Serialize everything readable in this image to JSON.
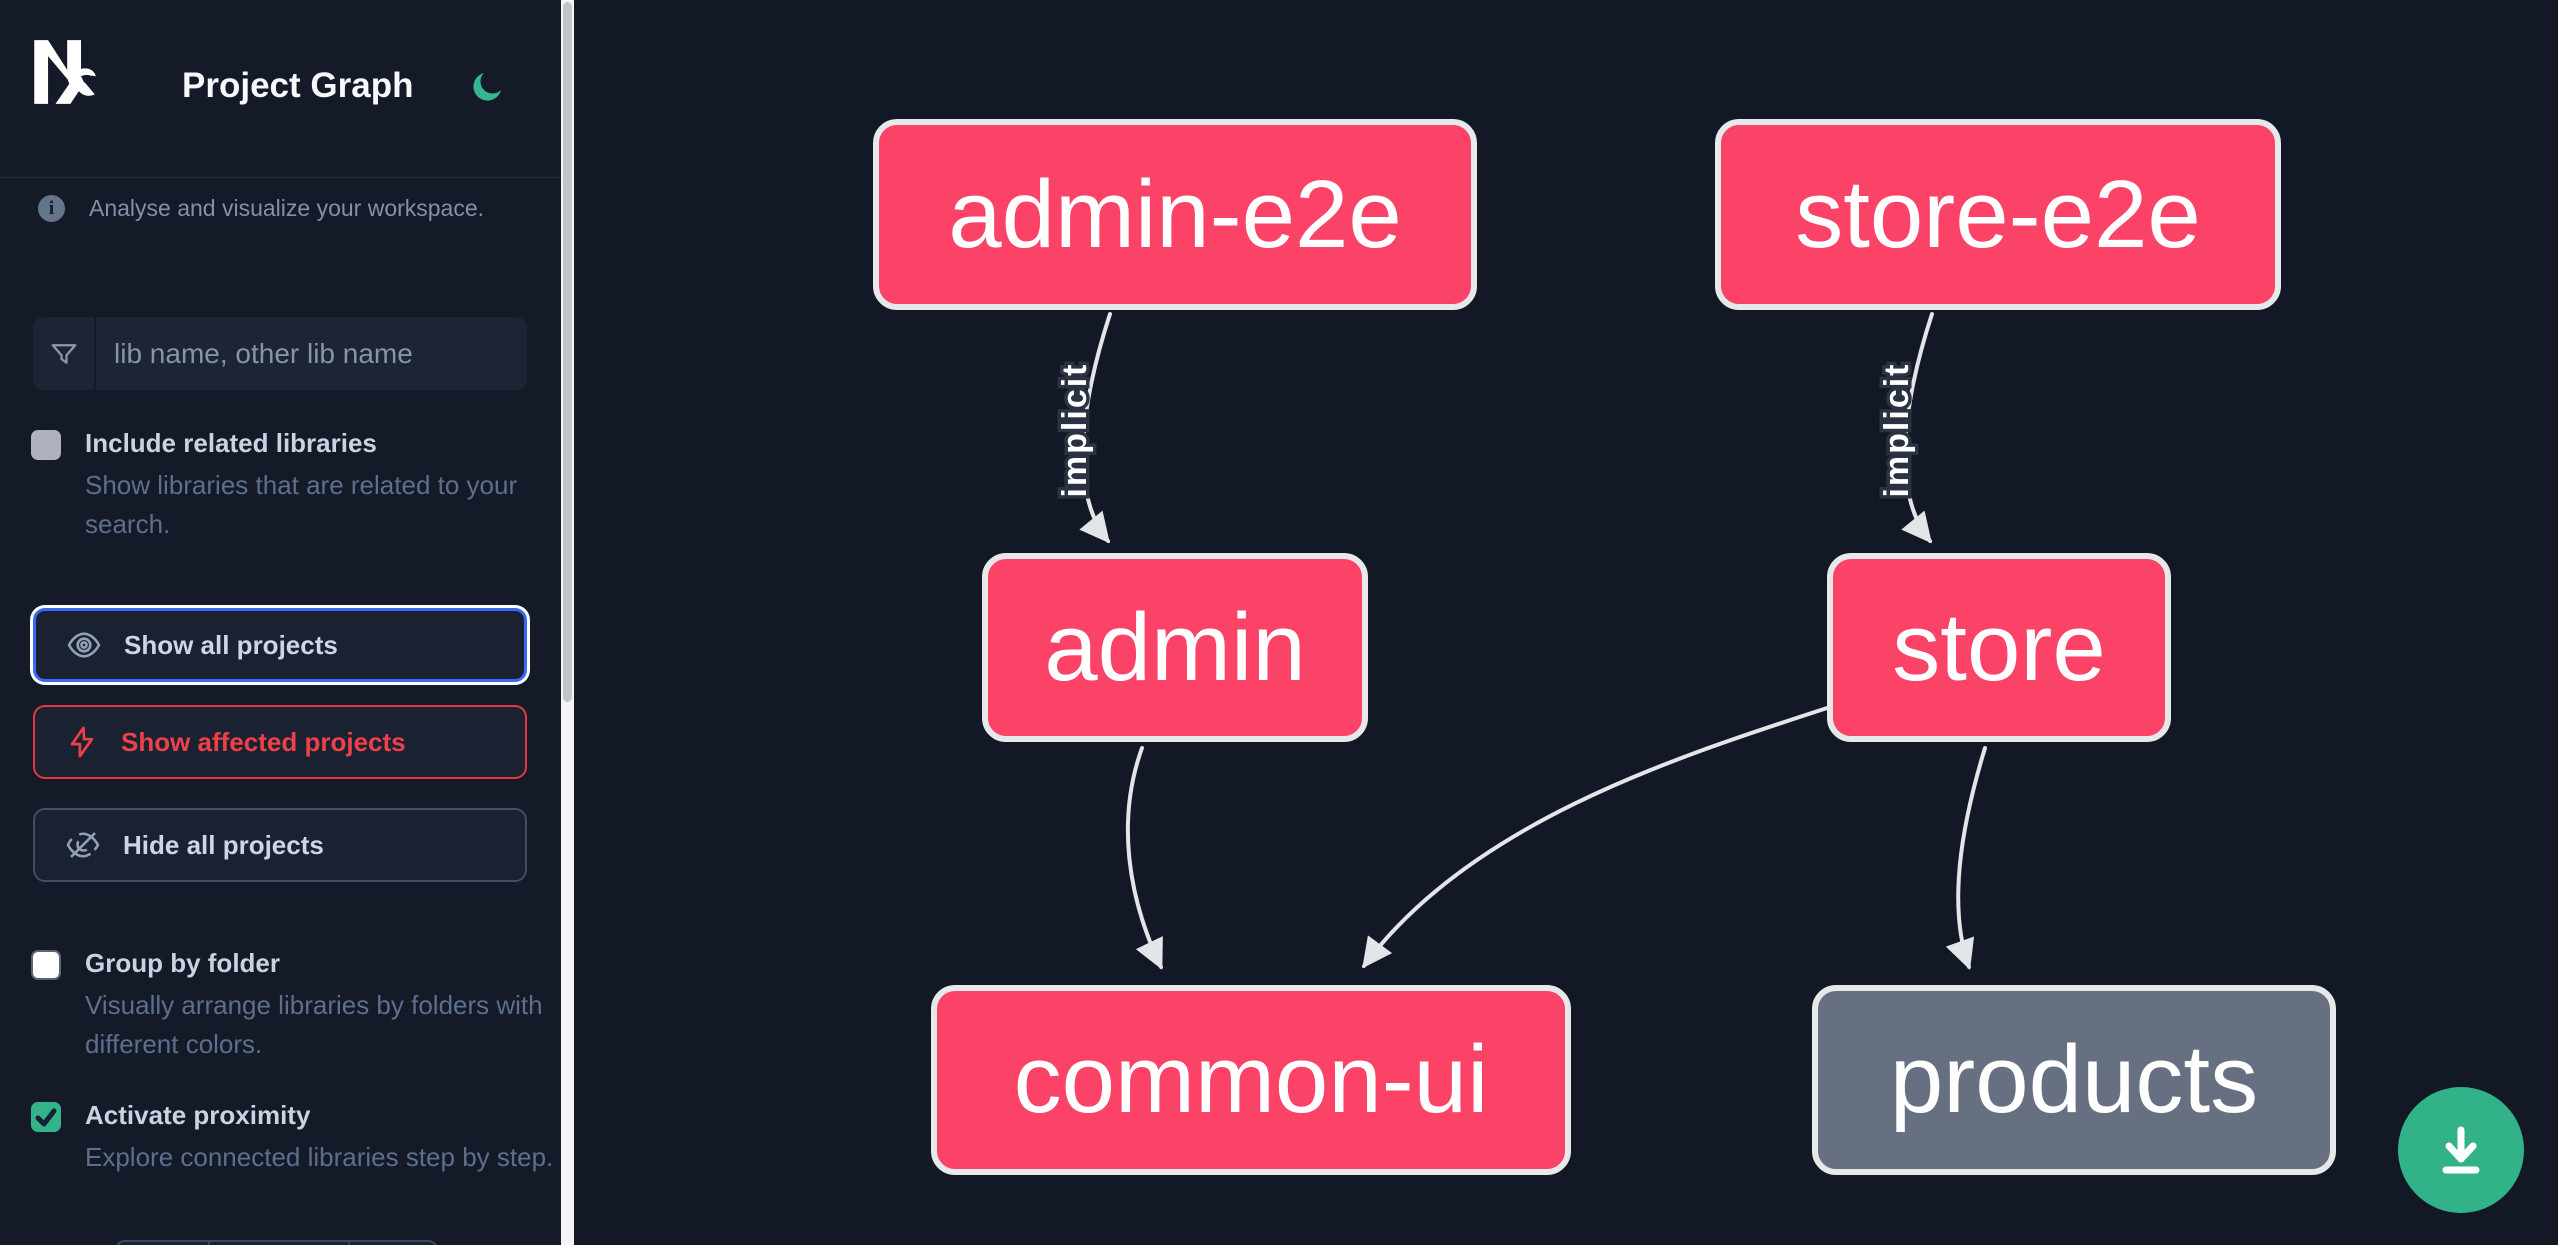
{
  "app": {
    "name": "Nx",
    "title": "Project Graph"
  },
  "sidebar": {
    "info_text": "Analyse and visualize your workspace.",
    "search": {
      "placeholder": "lib name, other lib name",
      "value": ""
    },
    "include_related": {
      "label": "Include related libraries",
      "description": "Show libraries that are related to your search.",
      "checked": false
    },
    "actions": {
      "show_all": {
        "label": "Show all projects"
      },
      "show_affected": {
        "label": "Show affected projects"
      },
      "hide_all": {
        "label": "Hide all projects"
      }
    },
    "group_by_folder": {
      "label": "Group by folder",
      "description": "Visually arrange libraries by folders with different colors.",
      "checked": false
    },
    "activate_proximity": {
      "label": "Activate proximity",
      "description": "Explore connected libraries step by step.",
      "checked": true
    }
  },
  "graph": {
    "nodes": [
      {
        "id": "admin-e2e",
        "label": "admin-e2e",
        "kind": "e2e"
      },
      {
        "id": "store-e2e",
        "label": "store-e2e",
        "kind": "e2e"
      },
      {
        "id": "admin",
        "label": "admin",
        "kind": "app"
      },
      {
        "id": "store",
        "label": "store",
        "kind": "app"
      },
      {
        "id": "common-ui",
        "label": "common-ui",
        "kind": "lib"
      },
      {
        "id": "products",
        "label": "products",
        "kind": "lib"
      }
    ],
    "edges": [
      {
        "from": "admin-e2e",
        "to": "admin",
        "label": "implicit"
      },
      {
        "from": "store-e2e",
        "to": "store",
        "label": "implicit"
      },
      {
        "from": "admin",
        "to": "common-ui",
        "label": ""
      },
      {
        "from": "store",
        "to": "common-ui",
        "label": ""
      },
      {
        "from": "store",
        "to": "products",
        "label": ""
      }
    ]
  },
  "fab": {
    "icon": "download"
  },
  "colors": {
    "node_pink": "#fb4368",
    "node_gray": "#667081",
    "edge": "#e3e5e8",
    "accent_blue": "#3b69f5",
    "accent_red": "#ea4047",
    "fab_green": "#32b288",
    "moon_green": "#36b690"
  }
}
